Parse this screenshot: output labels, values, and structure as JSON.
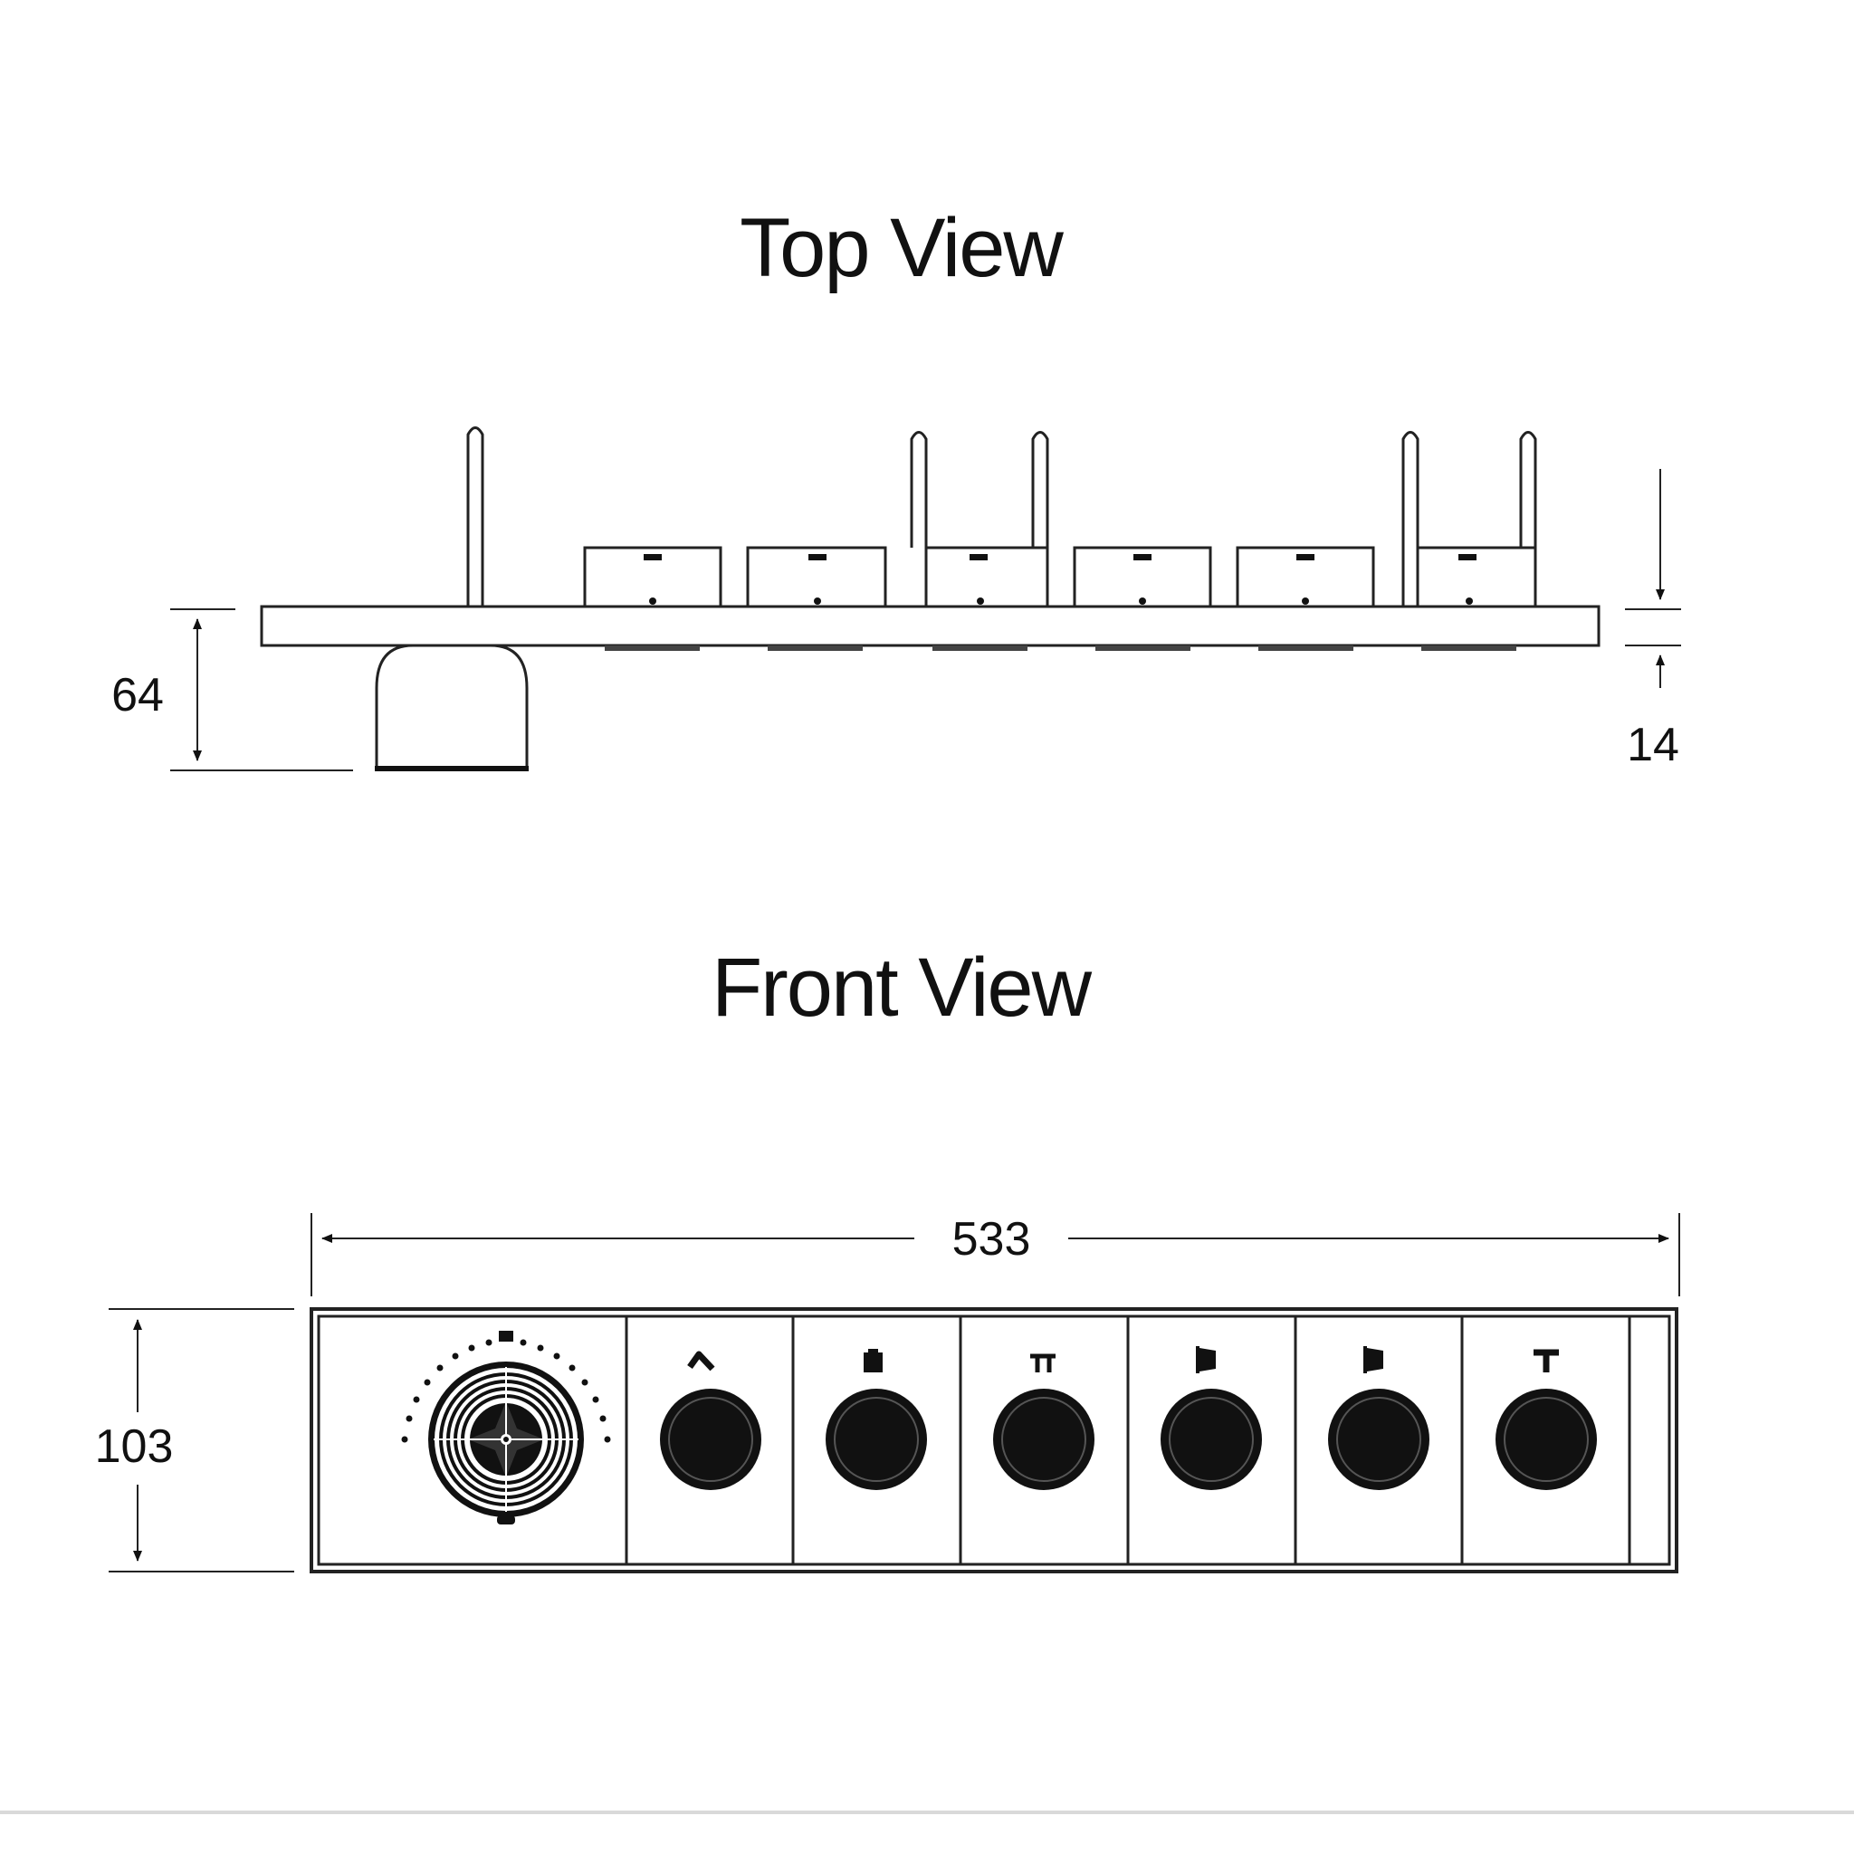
{
  "top_view": {
    "title": "Top View",
    "dimensions": {
      "depth": "64",
      "plate_thickness": "14"
    }
  },
  "front_view": {
    "title": "Front View",
    "dimensions": {
      "width": "533",
      "height": "103"
    },
    "thermostat_knob": {
      "icon": "thermostat-dial-icon"
    },
    "valve_modules": [
      {
        "icon": "handshower-icon"
      },
      {
        "icon": "overhead-shower-icon"
      },
      {
        "icon": "tub-spout-icon"
      },
      {
        "icon": "body-jet-icon"
      },
      {
        "icon": "body-jet-icon"
      },
      {
        "icon": "hand-shower-holder-icon"
      }
    ]
  }
}
